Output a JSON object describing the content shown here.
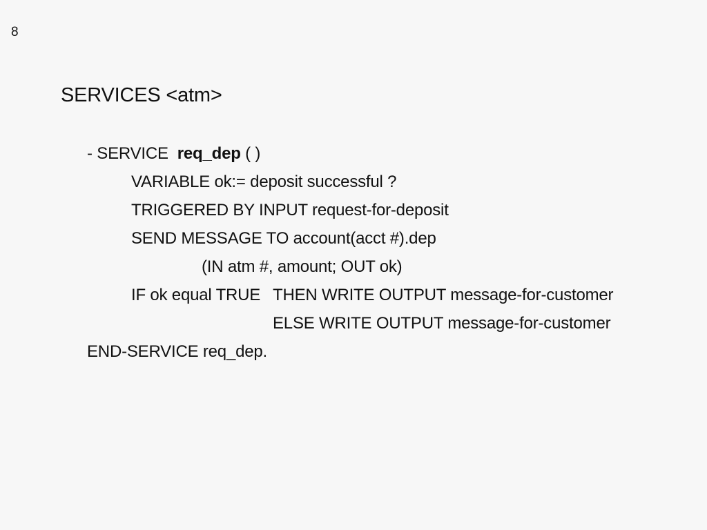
{
  "page": {
    "number": "8",
    "title": "SERVICES <atm>"
  },
  "service": {
    "prefix": "- SERVICE",
    "name": "req_dep",
    "params": "( )",
    "variable": "VARIABLE ok:= deposit successful ?",
    "triggered": "TRIGGERED BY INPUT request-for-deposit",
    "send": "SEND MESSAGE TO account(acct #).dep",
    "args": "(IN atm #, amount; OUT ok)",
    "if_condition": "IF ok equal TRUE",
    "then_clause": "THEN WRITE OUTPUT message-for-customer",
    "else_clause": "ELSE WRITE OUTPUT message-for-customer",
    "end": "END-SERVICE req_dep."
  }
}
